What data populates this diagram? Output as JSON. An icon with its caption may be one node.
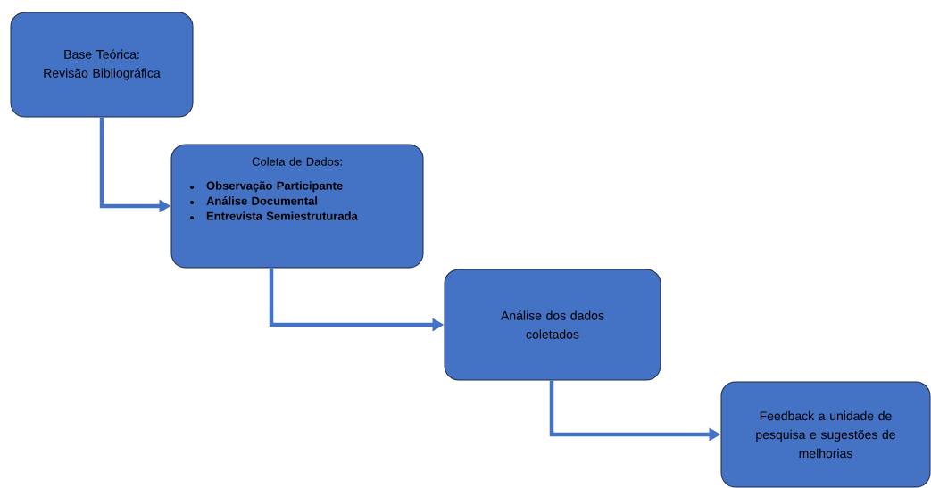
{
  "diagram": {
    "nodes": [
      {
        "text": [
          "Base Teórica:",
          "Revisão Bibliográfica"
        ]
      },
      {
        "text": [
          "Coleta de Dados:",
          "Observação Participante",
          "Análise Documental",
          "Entrevista Semiestruturada"
        ]
      },
      {
        "text": [
          "Análise dos dados coletados"
        ]
      },
      {
        "text": [
          "Feedback a unidade de pesquisa e sugestões de melhorias"
        ]
      }
    ],
    "edges": [
      {
        "from": 0,
        "to": 1,
        "arrow": "to"
      },
      {
        "from": 1,
        "to": 2,
        "arrow": "to"
      },
      {
        "from": 2,
        "to": 3,
        "arrow": "to"
      }
    ]
  }
}
